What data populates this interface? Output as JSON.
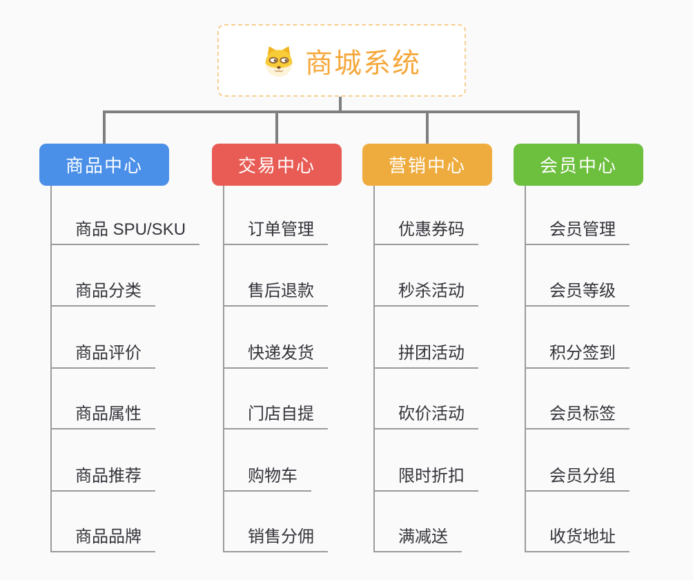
{
  "root": {
    "label": "商城系统",
    "icon": "doge-face-icon",
    "text_color": "#f5a83c",
    "border_color": "#f5ce8e"
  },
  "branches": [
    {
      "label": "商品中心",
      "color": "#4a8fe8",
      "items": [
        "商品 SPU/SKU",
        "商品分类",
        "商品评价",
        "商品属性",
        "商品推荐",
        "商品品牌"
      ]
    },
    {
      "label": "交易中心",
      "color": "#e85c55",
      "items": [
        "订单管理",
        "售后退款",
        "快递发货",
        "门店自提",
        "购物车",
        "销售分佣"
      ]
    },
    {
      "label": "营销中心",
      "color": "#efac3e",
      "items": [
        "优惠券码",
        "秒杀活动",
        "拼团活动",
        "砍价活动",
        "限时折扣",
        "满减送"
      ]
    },
    {
      "label": "会员中心",
      "color": "#6dbf3e",
      "items": [
        "会员管理",
        "会员等级",
        "积分签到",
        "会员标签",
        "会员分组",
        "收货地址"
      ]
    }
  ],
  "colors": {
    "background": "#fafafa",
    "connector": "#7f7f7f",
    "sub_line": "#999999",
    "item_text": "#33333a"
  }
}
